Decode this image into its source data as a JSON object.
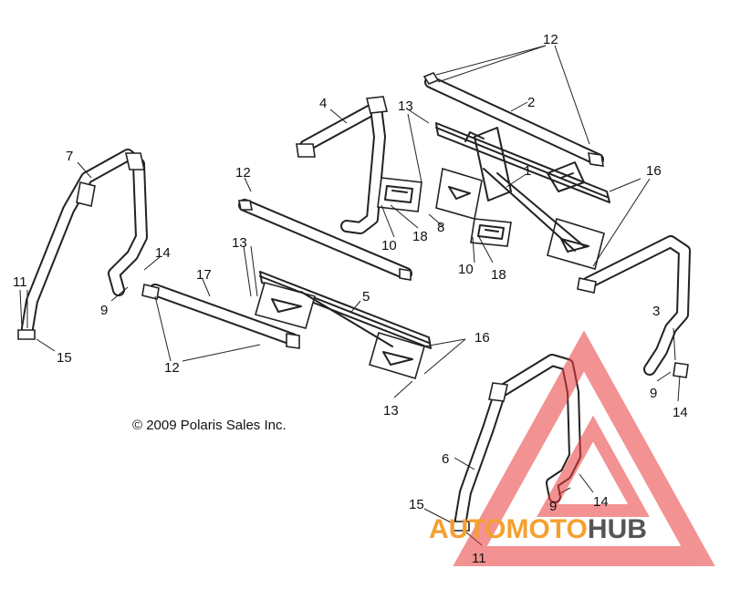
{
  "callouts": [
    "12",
    "2",
    "13",
    "4",
    "1",
    "16",
    "7",
    "12",
    "14",
    "11",
    "9",
    "15",
    "17",
    "13",
    "5",
    "10",
    "18",
    "8",
    "10",
    "18",
    "3",
    "12",
    "16",
    "13",
    "9",
    "14",
    "6",
    "15",
    "11",
    "9",
    "14"
  ],
  "copyright": "© 2009 Polaris Sales Inc.",
  "watermark": {
    "part1": "AUTOMOTO",
    "part2": "HUB",
    "color1": "#f4a030",
    "color2": "#555555",
    "triangle_color": "#e83a3a"
  }
}
